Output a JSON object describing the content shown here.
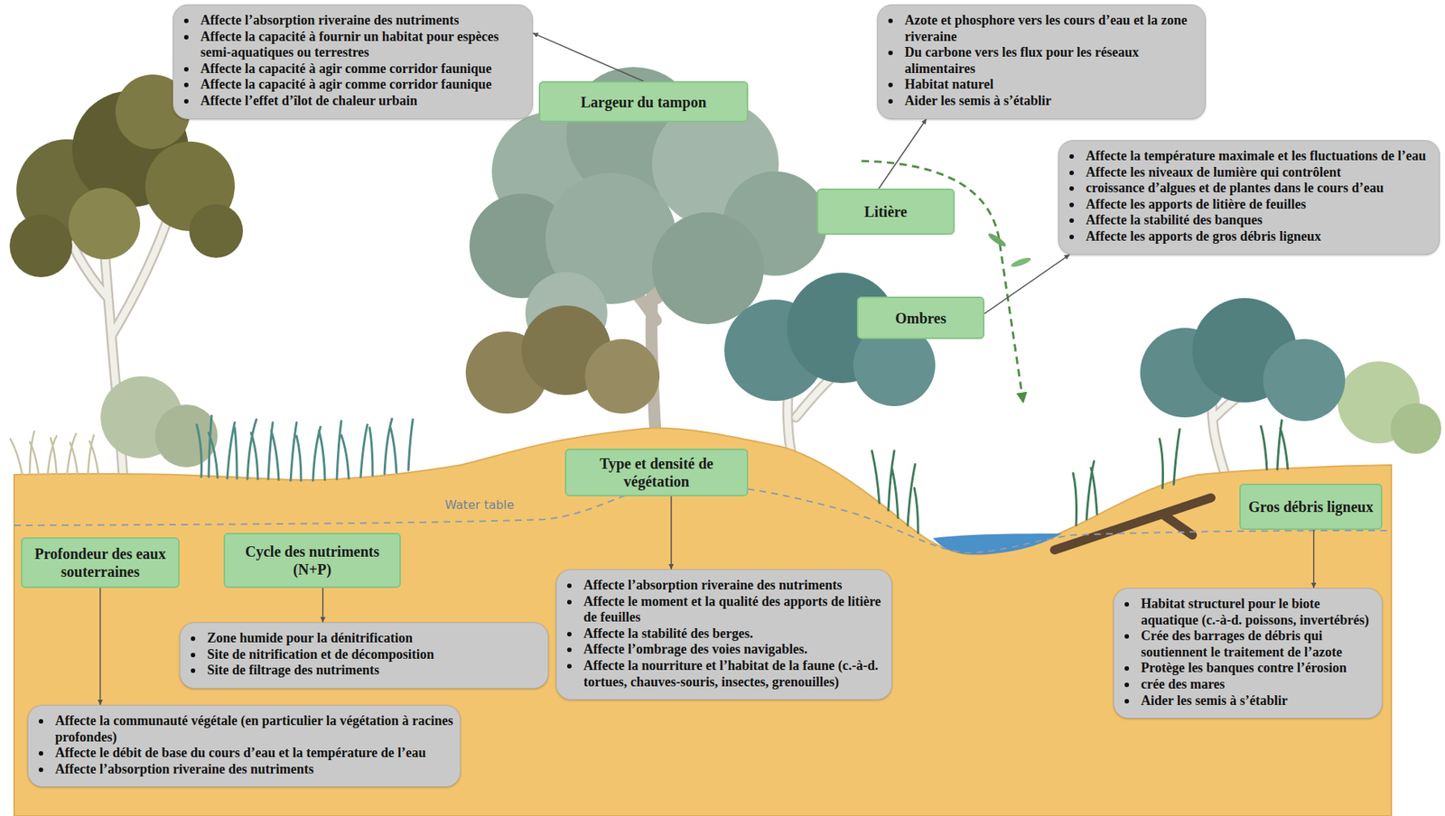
{
  "diagram": {
    "nodes": [
      {
        "text": [
          "Affecte l’absorption riveraine des nutriments",
          "Affecte la capacité à fournir un habitat pour espèces semi-aquatiques ou terrestres",
          "Affecte la capacité à agir comme corridor faunique",
          "Affecte la capacité à agir comme corridor faunique",
          "Affecte l’effet d’îlot de chaleur urbain"
        ]
      },
      {
        "text": [
          "Largeur du tampon"
        ]
      },
      {
        "text": [
          "Azote et phosphore vers les cours d’eau et la zone riveraine",
          "Du carbone vers les flux pour les réseaux alimentaires",
          "Habitat naturel",
          "Aider les semis à s’établir"
        ]
      },
      {
        "text": [
          "Affecte la température maximale et les fluctuations de l’eau",
          "Affecte les niveaux de lumière qui contrôlent",
          "croissance d’algues et de plantes dans le cours d’eau",
          "Affecte les apports de litière de feuilles",
          "Affecte la stabilité des banques",
          "Affecte les apports de gros débris ligneux"
        ]
      },
      {
        "text": [
          "Litière"
        ]
      },
      {
        "text": [
          "Ombres"
        ]
      },
      {
        "text": [
          "Type et densité de végétation"
        ]
      },
      {
        "text": [
          "Gros débris ligneux"
        ]
      },
      {
        "text": [
          "Profondeur des eaux souterraines"
        ]
      },
      {
        "text": [
          "Cycle des nutriments (N+P)"
        ]
      },
      {
        "text": [
          "Zone humide pour la dénitrification",
          "Site de nitrification et de décomposition",
          "Site de filtrage des nutriments"
        ]
      },
      {
        "text": [
          "Affecte l’absorption riveraine des nutriments",
          "Affecte le moment et la qualité des apports de litière de feuilles",
          "Affecte la stabilité des berges.",
          "Affecte l’ombrage des voies navigables.",
          "Affecte la nourriture et l’habitat de la faune (c.-à-d. tortues, chauves-souris, insectes, grenouilles)"
        ]
      },
      {
        "text": [
          "Habitat structurel pour le biote aquatique (c.-à-d. poissons, invertébrés)",
          "Crée des barrages de débris qui soutiennent le traitement de l’azote",
          "Protège les banques contre l’érosion",
          "crée des mares",
          "Aider les semis à s’établir"
        ]
      },
      {
        "text": [
          "Affecte la communauté végétale (en particulier la végétation à racines profondes)",
          "Affecte le débit de base du cours d’eau et la température de l’eau",
          "Affecte l’absorption riveraine des nutriments"
        ]
      }
    ],
    "edges": [
      {
        "from": 1,
        "to": 0,
        "arrow": "to"
      },
      {
        "from": 4,
        "to": 2,
        "arrow": "to"
      },
      {
        "from": 5,
        "to": 3,
        "arrow": "to"
      },
      {
        "from": 6,
        "to": 11,
        "arrow": "to"
      },
      {
        "from": 7,
        "to": 12,
        "arrow": "to"
      },
      {
        "from": 8,
        "to": 13,
        "arrow": "to"
      },
      {
        "from": 9,
        "to": 10,
        "arrow": "to"
      }
    ],
    "labels": [
      "Water table"
    ]
  }
}
